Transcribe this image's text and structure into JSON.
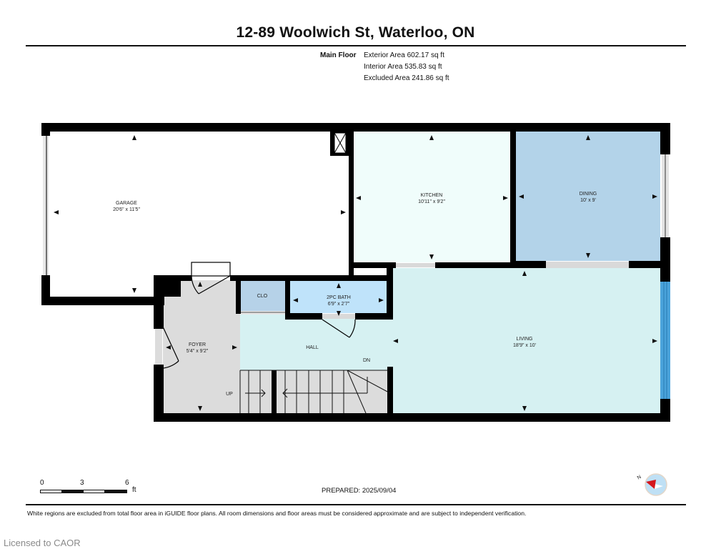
{
  "header": {
    "title": "12-89 Woolwich St, Waterloo, ON"
  },
  "areas": {
    "floor_label": "Main Floor",
    "exterior": "Exterior Area 602.17 sq ft",
    "interior": "Interior Area 535.83 sq ft",
    "excluded": "Excluded Area 241.86 sq ft"
  },
  "rooms": {
    "garage": {
      "name": "GARAGE",
      "dims": "20'6\" x 11'5\"",
      "fill": "#ffffff"
    },
    "kitchen": {
      "name": "KITCHEN",
      "dims": "10'11\" x 9'2\"",
      "fill": "#f0fdfb"
    },
    "dining": {
      "name": "DINING",
      "dims": "10' x 9'",
      "fill": "#b3d3e9"
    },
    "clo": {
      "name": "CLO",
      "fill": "#b6d2e8"
    },
    "bath": {
      "name": "2PC BATH",
      "dims": "6'9\" x 2'7\"",
      "fill": "#bfe3fa"
    },
    "foyer": {
      "name": "FOYER",
      "dims": "5'4\" x 9'2\"",
      "fill": "#dcdcdc"
    },
    "hall": {
      "name": "HALL",
      "fill": "#d6f1f2"
    },
    "living": {
      "name": "LIVING",
      "dims": "18'9\" x 10'",
      "fill": "#d6f1f2"
    },
    "stairs_up": "UP",
    "stairs_down": "DN"
  },
  "colors": {
    "wall": "#000000",
    "window_blue": "#4aa3db",
    "opening_gray": "#d9d9d9"
  },
  "scale": {
    "ticks": [
      "0",
      "3",
      "6"
    ],
    "unit": "ft"
  },
  "footer": {
    "prepared": "PREPARED: 2025/09/04",
    "disclaimer": "White regions are excluded from total floor area in iGUIDE floor plans. All room dimensions and floor areas must be considered approximate and are subject to independent verification.",
    "license": "Licensed to CAOR"
  },
  "compass": {
    "north_label": "N"
  }
}
